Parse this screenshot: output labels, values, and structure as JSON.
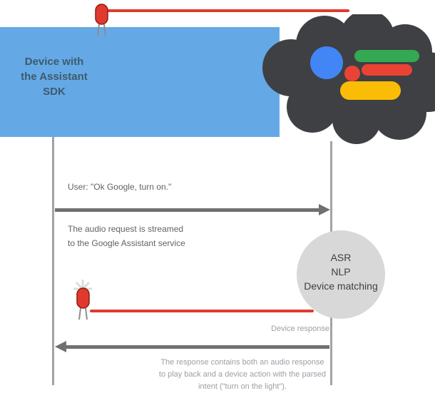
{
  "device": {
    "lines": [
      "Device with",
      "the Assistant",
      "SDK"
    ]
  },
  "messages": {
    "user_query": "User: \"Ok Google, turn on.\"",
    "request_line1": "The audio request is streamed",
    "request_line2": "to the Google Assistant service",
    "response_label": "Device response"
  },
  "process": {
    "lines": [
      "ASR",
      "NLP",
      "Device matching"
    ]
  },
  "footnote": {
    "line1": "The response contains both an audio response",
    "line2": "to play back and a device action with the parsed",
    "line3": "intent (\"turn on the light\")."
  },
  "icons": {
    "cloud": "google-assistant-cloud",
    "led_top": "red-led",
    "led_bottom": "red-led-lit"
  },
  "colors": {
    "device_box_blue": "#64a9e6",
    "cloud_dark": "#3f4043",
    "led_red": "#e03a2e",
    "led_stroke": "#8e1a12",
    "led_leg_gray": "#8d8d8d",
    "starburst_gray": "#dcdcdc",
    "google_blue": "#4285f4",
    "google_green": "#34a853",
    "google_red": "#ea4335",
    "google_yellow": "#fbbc05",
    "arrow_gray": "#707070",
    "circle_gray": "#d8d8d8"
  }
}
